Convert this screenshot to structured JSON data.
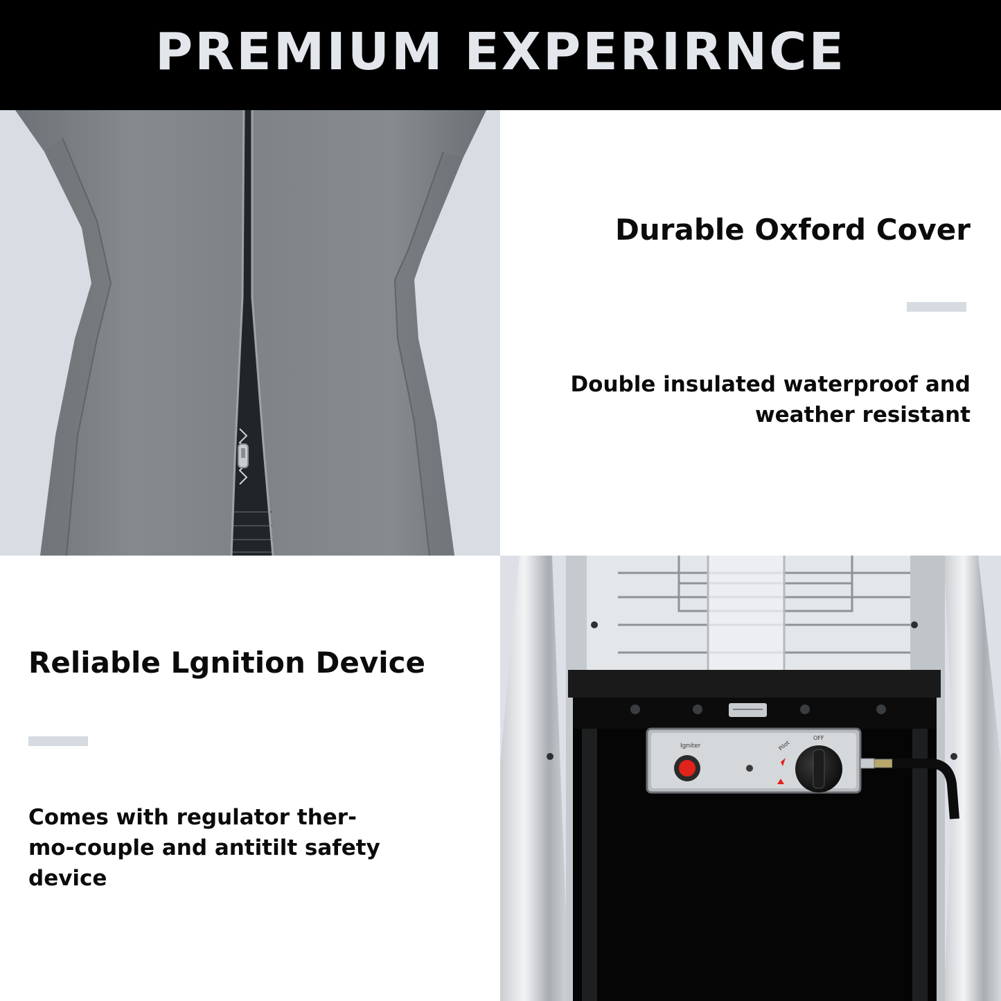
{
  "banner": {
    "title": "PREMIUM EXPERIRNCE"
  },
  "cover_panel": {
    "heading": "Durable Oxford Cover",
    "description_lines": [
      "Double insulated waterproof and",
      "weather resistant"
    ]
  },
  "ignition_panel": {
    "heading": "Reliable Lgnition Device",
    "description_lines": [
      "Comes with regulator ther-",
      "mo-couple and antitilt safety",
      "device"
    ]
  },
  "control_panel": {
    "igniter_label": "Igniter",
    "knob_labels": [
      "Pilot",
      "OFF"
    ]
  },
  "colors": {
    "banner_bg": "#000000",
    "banner_text": "#e3e7ec",
    "accent_bar": "#d6dbe2",
    "cover_grey": "#7f8488",
    "igniter_red": "#e0231b"
  },
  "images": {
    "cover": "grey-zippered-oxford-heater-cover",
    "heater": "patio-heater-base-with-ignition-panel"
  }
}
